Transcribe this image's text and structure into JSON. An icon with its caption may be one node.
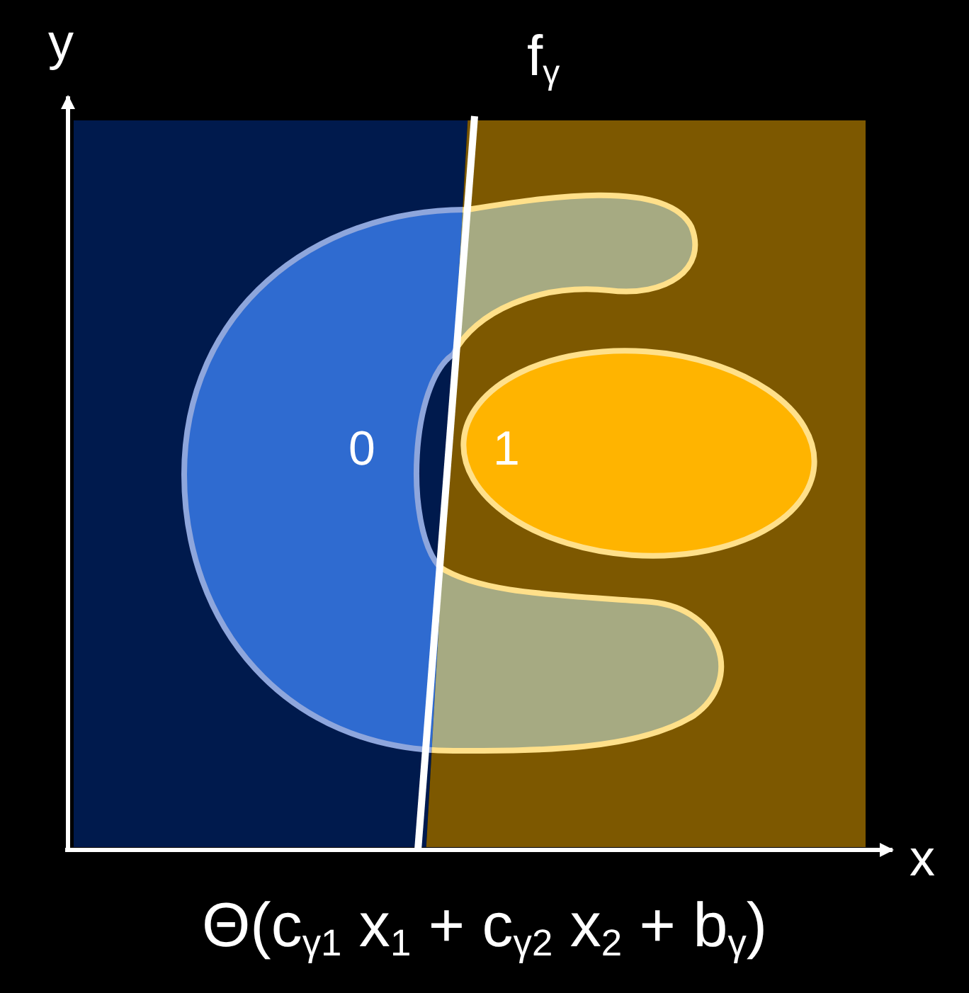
{
  "diagram": {
    "caption": "Θ(c$_{γ1}$ x$_{1}$ + c$_{γ2}$ x$_{2}$ + b$_{γ}$)",
    "labels": [
      "y",
      "f$_{γ}$",
      "0",
      "1",
      "x"
    ]
  }
}
